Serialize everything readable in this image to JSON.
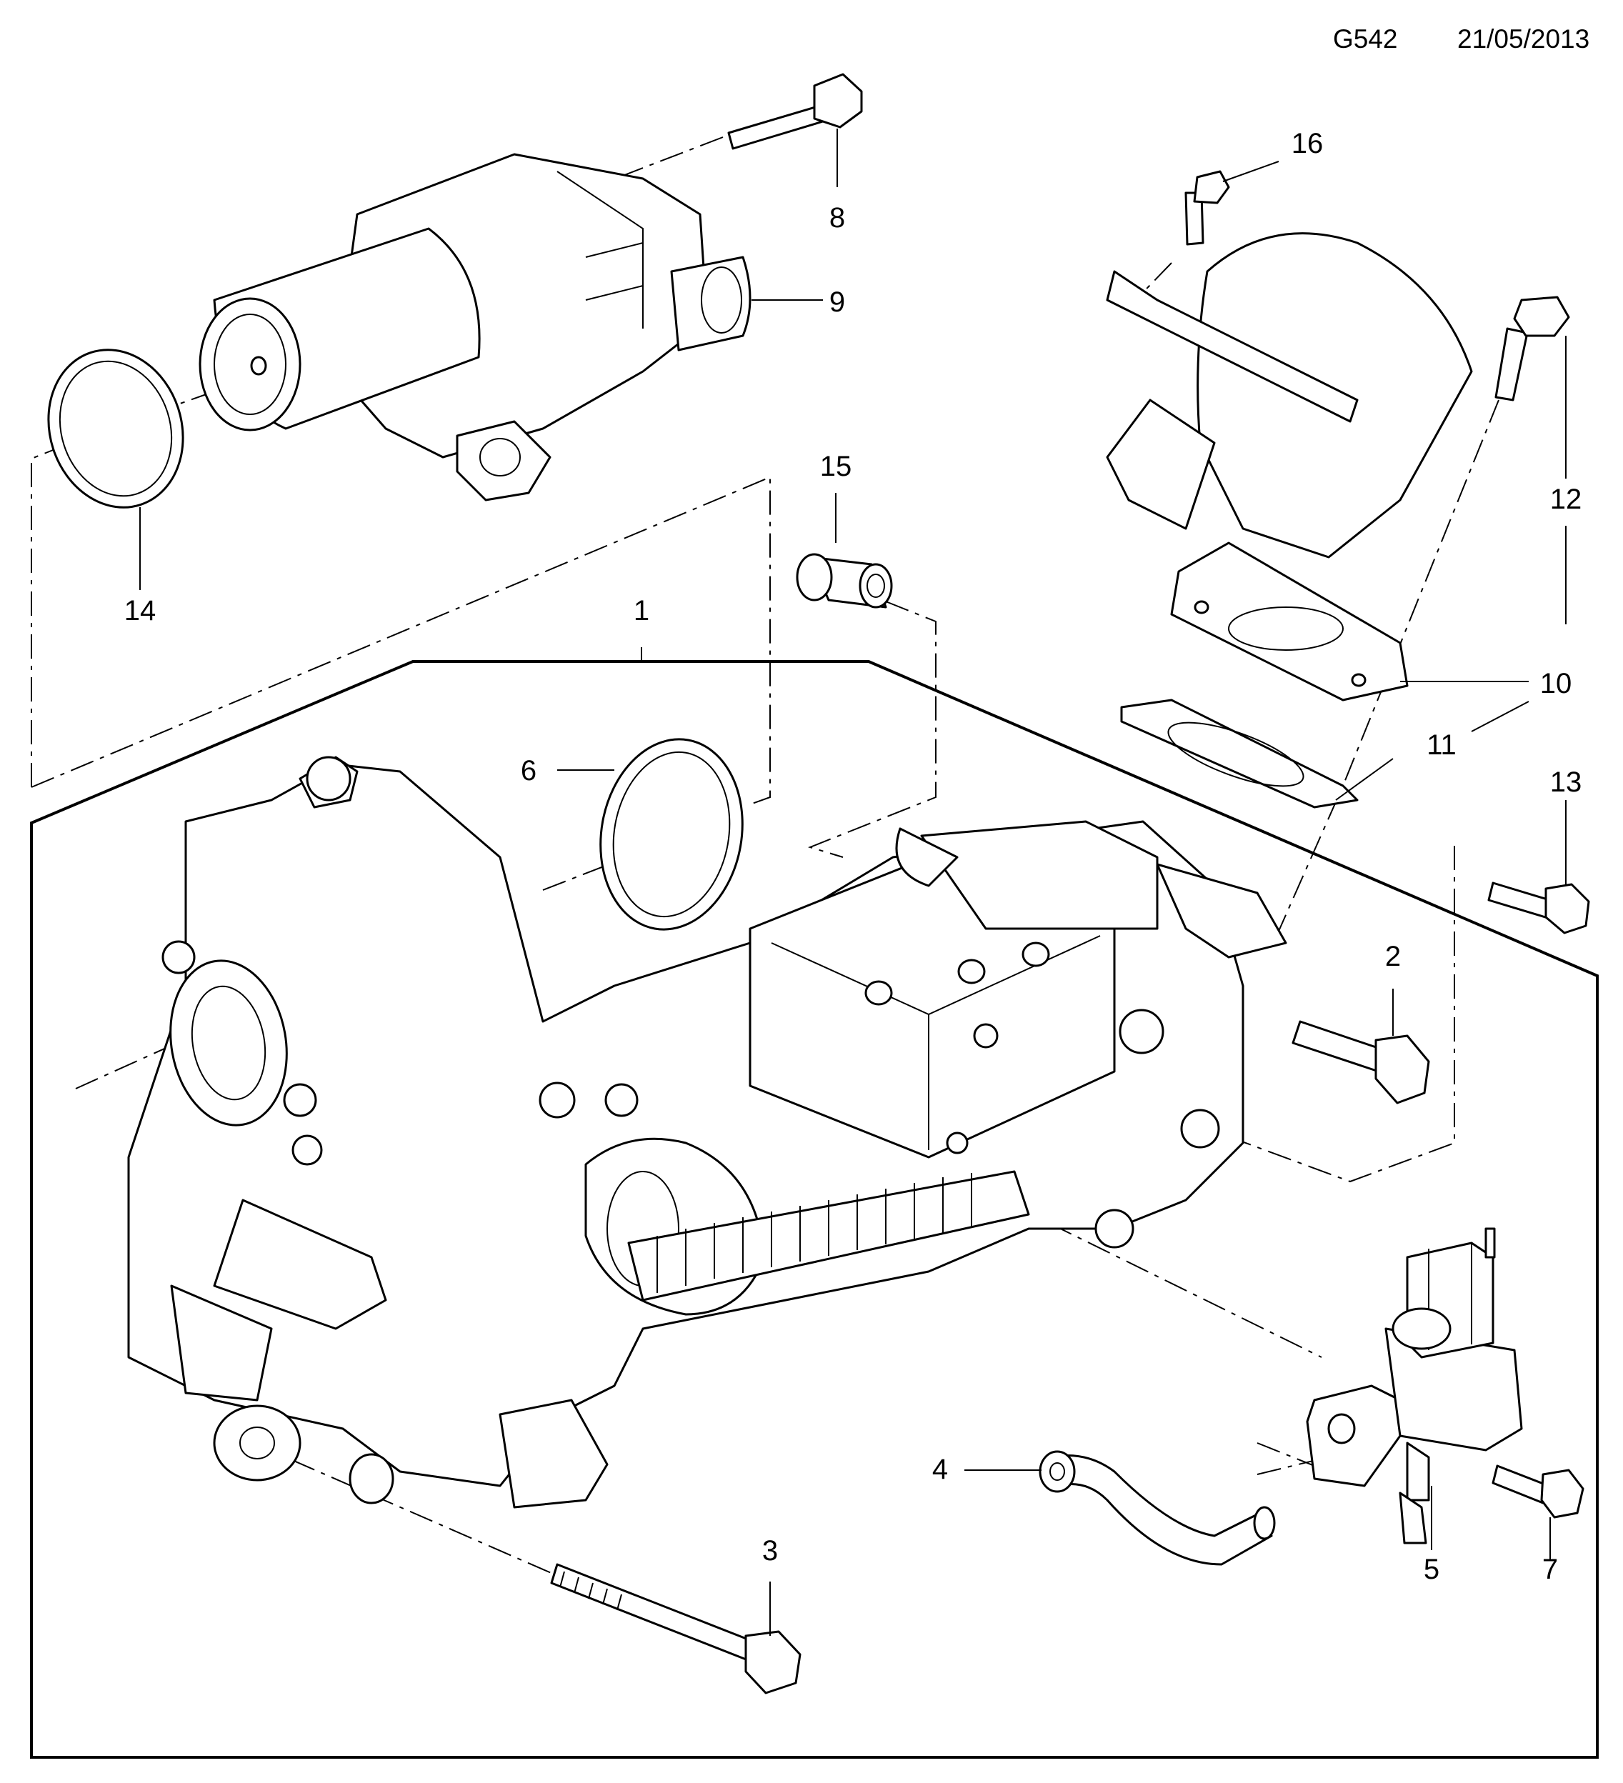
{
  "header": {
    "code": "G542",
    "date": "21/05/2013"
  },
  "callouts": [
    "1",
    "2",
    "3",
    "4",
    "5",
    "6",
    "7",
    "8",
    "9",
    "10",
    "11",
    "12",
    "13",
    "14",
    "15",
    "16"
  ],
  "parts": [
    {
      "ref": "1",
      "name": "egr-module-assembly"
    },
    {
      "ref": "2",
      "name": "bolt"
    },
    {
      "ref": "3",
      "name": "stud-bolt"
    },
    {
      "ref": "4",
      "name": "vacuum-hose"
    },
    {
      "ref": "5",
      "name": "solenoid-valve"
    },
    {
      "ref": "6",
      "name": "seal-ring"
    },
    {
      "ref": "7",
      "name": "screw"
    },
    {
      "ref": "8",
      "name": "bolt"
    },
    {
      "ref": "9",
      "name": "egr-valve"
    },
    {
      "ref": "10",
      "name": "elbow-pipe"
    },
    {
      "ref": "11",
      "name": "gasket"
    },
    {
      "ref": "12",
      "name": "bolt"
    },
    {
      "ref": "13",
      "name": "bolt"
    },
    {
      "ref": "14",
      "name": "o-ring"
    },
    {
      "ref": "15",
      "name": "sleeve"
    },
    {
      "ref": "16",
      "name": "bolt"
    }
  ]
}
